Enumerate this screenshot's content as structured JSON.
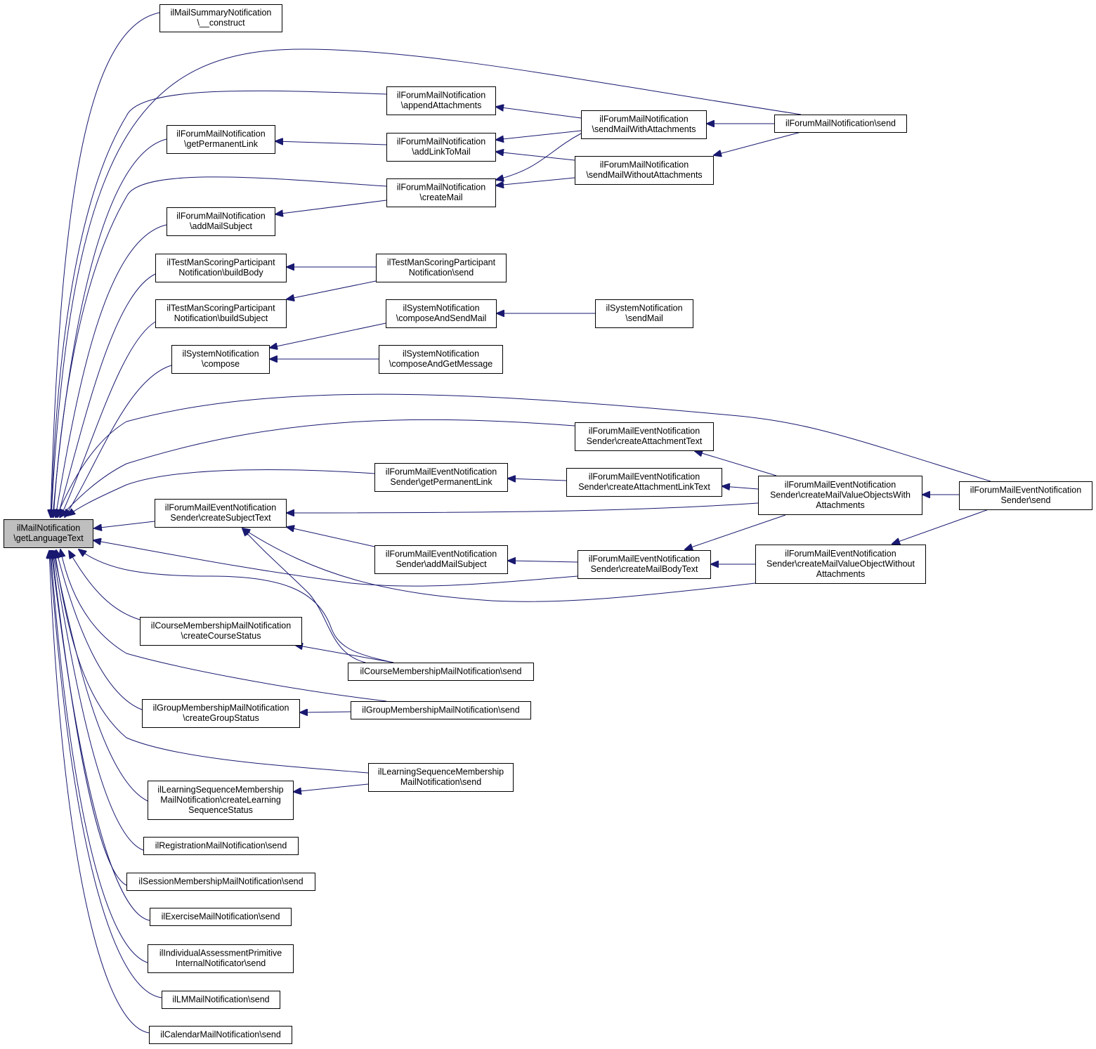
{
  "root": "root",
  "nodes": [
    {
      "id": "root",
      "lines": [
        "ilMailNotification",
        "\\getLanguageText"
      ],
      "root": true
    },
    {
      "id": "mailsum_construct",
      "lines": [
        "ilMailSummaryNotification",
        "\\__construct"
      ]
    },
    {
      "id": "fm_append",
      "lines": [
        "ilForumMailNotification",
        "\\appendAttachments"
      ]
    },
    {
      "id": "fm_permalink",
      "lines": [
        "ilForumMailNotification",
        "\\getPermanentLink"
      ]
    },
    {
      "id": "fm_addlink",
      "lines": [
        "ilForumMailNotification",
        "\\addLinkToMail"
      ]
    },
    {
      "id": "fm_sendwith",
      "lines": [
        "ilForumMailNotification",
        "\\sendMailWithAttachments"
      ]
    },
    {
      "id": "fm_send",
      "lines": [
        "ilForumMailNotification\\send"
      ]
    },
    {
      "id": "fm_sendwithout",
      "lines": [
        "ilForumMailNotification",
        "\\sendMailWithoutAttachments"
      ]
    },
    {
      "id": "fm_createmail",
      "lines": [
        "ilForumMailNotification",
        "\\createMail"
      ]
    },
    {
      "id": "fm_addsubject",
      "lines": [
        "ilForumMailNotification",
        "\\addMailSubject"
      ]
    },
    {
      "id": "tms_body",
      "lines": [
        "ilTestManScoringParticipant",
        "Notification\\buildBody"
      ]
    },
    {
      "id": "tms_send",
      "lines": [
        "ilTestManScoringParticipant",
        "Notification\\send"
      ]
    },
    {
      "id": "tms_subject",
      "lines": [
        "ilTestManScoringParticipant",
        "Notification\\buildSubject"
      ]
    },
    {
      "id": "sys_composesend",
      "lines": [
        "ilSystemNotification",
        "\\composeAndSendMail"
      ]
    },
    {
      "id": "sys_sendmail",
      "lines": [
        "ilSystemNotification",
        "\\sendMail"
      ]
    },
    {
      "id": "sys_compose",
      "lines": [
        "ilSystemNotification",
        "\\compose"
      ]
    },
    {
      "id": "sys_composeget",
      "lines": [
        "ilSystemNotification",
        "\\composeAndGetMessage"
      ]
    },
    {
      "id": "fe_attachtext",
      "lines": [
        "ilForumMailEventNotification",
        "Sender\\createAttachmentText"
      ]
    },
    {
      "id": "fe_permalink",
      "lines": [
        "ilForumMailEventNotification",
        "Sender\\getPermanentLink"
      ]
    },
    {
      "id": "fe_attachlink",
      "lines": [
        "ilForumMailEventNotification",
        "Sender\\createAttachmentLinkText"
      ]
    },
    {
      "id": "fe_vowith",
      "lines": [
        "ilForumMailEventNotification",
        "Sender\\createMailValueObjectsWith",
        "Attachments"
      ]
    },
    {
      "id": "fe_send",
      "lines": [
        "ilForumMailEventNotification",
        "Sender\\send"
      ]
    },
    {
      "id": "fe_subjecttext",
      "lines": [
        "ilForumMailEventNotification",
        "Sender\\createSubjectText"
      ]
    },
    {
      "id": "fe_addsubject",
      "lines": [
        "ilForumMailEventNotification",
        "Sender\\addMailSubject"
      ]
    },
    {
      "id": "fe_bodytext",
      "lines": [
        "ilForumMailEventNotification",
        "Sender\\createMailBodyText"
      ]
    },
    {
      "id": "fe_vowithout",
      "lines": [
        "ilForumMailEventNotification",
        "Sender\\createMailValueObjectWithout",
        "Attachments"
      ]
    },
    {
      "id": "crs_status",
      "lines": [
        "ilCourseMembershipMailNotification",
        "\\createCourseStatus"
      ]
    },
    {
      "id": "crs_send",
      "lines": [
        "ilCourseMembershipMailNotification\\send"
      ]
    },
    {
      "id": "grp_status",
      "lines": [
        "ilGroupMembershipMailNotification",
        "\\createGroupStatus"
      ]
    },
    {
      "id": "grp_send",
      "lines": [
        "ilGroupMembershipMailNotification\\send"
      ]
    },
    {
      "id": "lso_send",
      "lines": [
        "ilLearningSequenceMembership",
        "MailNotification\\send"
      ]
    },
    {
      "id": "lso_status",
      "lines": [
        "ilLearningSequenceMembership",
        "MailNotification\\createLearning",
        "SequenceStatus"
      ]
    },
    {
      "id": "reg_send",
      "lines": [
        "ilRegistrationMailNotification\\send"
      ]
    },
    {
      "id": "sess_send",
      "lines": [
        "ilSessionMembershipMailNotification\\send"
      ]
    },
    {
      "id": "exc_send",
      "lines": [
        "ilExerciseMailNotification\\send"
      ]
    },
    {
      "id": "iass_send",
      "lines": [
        "ilIndividualAssessmentPrimitive",
        "InternalNotificator\\send"
      ]
    },
    {
      "id": "lm_send",
      "lines": [
        "ilLMMailNotification\\send"
      ]
    },
    {
      "id": "cal_send",
      "lines": [
        "ilCalendarMailNotification\\send"
      ]
    }
  ],
  "edges": [
    {
      "from": "mailsum_construct",
      "to": "root"
    },
    {
      "from": "fm_send",
      "to": "root"
    },
    {
      "from": "fm_append",
      "to": "root"
    },
    {
      "from": "fm_permalink",
      "to": "root"
    },
    {
      "from": "fm_createmail",
      "to": "root"
    },
    {
      "from": "fm_addsubject",
      "to": "root"
    },
    {
      "from": "tms_body",
      "to": "root"
    },
    {
      "from": "tms_subject",
      "to": "root"
    },
    {
      "from": "sys_compose",
      "to": "root"
    },
    {
      "from": "fe_send",
      "to": "root"
    },
    {
      "from": "fe_attachtext",
      "to": "root"
    },
    {
      "from": "fe_permalink",
      "to": "root"
    },
    {
      "from": "fe_subjecttext",
      "to": "root"
    },
    {
      "from": "fe_bodytext",
      "to": "root"
    },
    {
      "from": "crs_send",
      "to": "root"
    },
    {
      "from": "crs_status",
      "to": "root"
    },
    {
      "from": "grp_send",
      "to": "root"
    },
    {
      "from": "grp_status",
      "to": "root"
    },
    {
      "from": "lso_send",
      "to": "root"
    },
    {
      "from": "lso_status",
      "to": "root"
    },
    {
      "from": "reg_send",
      "to": "root"
    },
    {
      "from": "sess_send",
      "to": "root"
    },
    {
      "from": "exc_send",
      "to": "root"
    },
    {
      "from": "iass_send",
      "to": "root"
    },
    {
      "from": "lm_send",
      "to": "root"
    },
    {
      "from": "cal_send",
      "to": "root"
    },
    {
      "from": "fm_sendwith",
      "to": "fm_append"
    },
    {
      "from": "fm_sendwith",
      "to": "fm_addlink"
    },
    {
      "from": "fm_sendwith",
      "to": "fm_createmail"
    },
    {
      "from": "fm_sendwithout",
      "to": "fm_addlink"
    },
    {
      "from": "fm_sendwithout",
      "to": "fm_createmail"
    },
    {
      "from": "fm_send",
      "to": "fm_sendwith"
    },
    {
      "from": "fm_send",
      "to": "fm_sendwithout"
    },
    {
      "from": "fm_addlink",
      "to": "fm_permalink"
    },
    {
      "from": "fm_createmail",
      "to": "fm_addsubject"
    },
    {
      "from": "tms_send",
      "to": "tms_body"
    },
    {
      "from": "tms_send",
      "to": "tms_subject"
    },
    {
      "from": "sys_sendmail",
      "to": "sys_composesend"
    },
    {
      "from": "sys_composesend",
      "to": "sys_compose"
    },
    {
      "from": "sys_composeget",
      "to": "sys_compose"
    },
    {
      "from": "fe_vowith",
      "to": "fe_attachtext"
    },
    {
      "from": "fe_vowith",
      "to": "fe_attachlink"
    },
    {
      "from": "fe_vowith",
      "to": "fe_subjecttext"
    },
    {
      "from": "fe_vowith",
      "to": "fe_bodytext"
    },
    {
      "from": "fe_attachlink",
      "to": "fe_permalink"
    },
    {
      "from": "fe_send",
      "to": "fe_vowith"
    },
    {
      "from": "fe_send",
      "to": "fe_vowithout"
    },
    {
      "from": "fe_vowithout",
      "to": "fe_bodytext"
    },
    {
      "from": "fe_vowithout",
      "to": "fe_subjecttext"
    },
    {
      "from": "fe_bodytext",
      "to": "fe_addsubject"
    },
    {
      "from": "fe_addsubject",
      "to": "fe_subjecttext"
    },
    {
      "from": "crs_send",
      "to": "crs_status"
    },
    {
      "from": "crs_send",
      "to": "fe_subjecttext"
    },
    {
      "from": "grp_send",
      "to": "grp_status"
    },
    {
      "from": "lso_send",
      "to": "lso_status"
    }
  ]
}
